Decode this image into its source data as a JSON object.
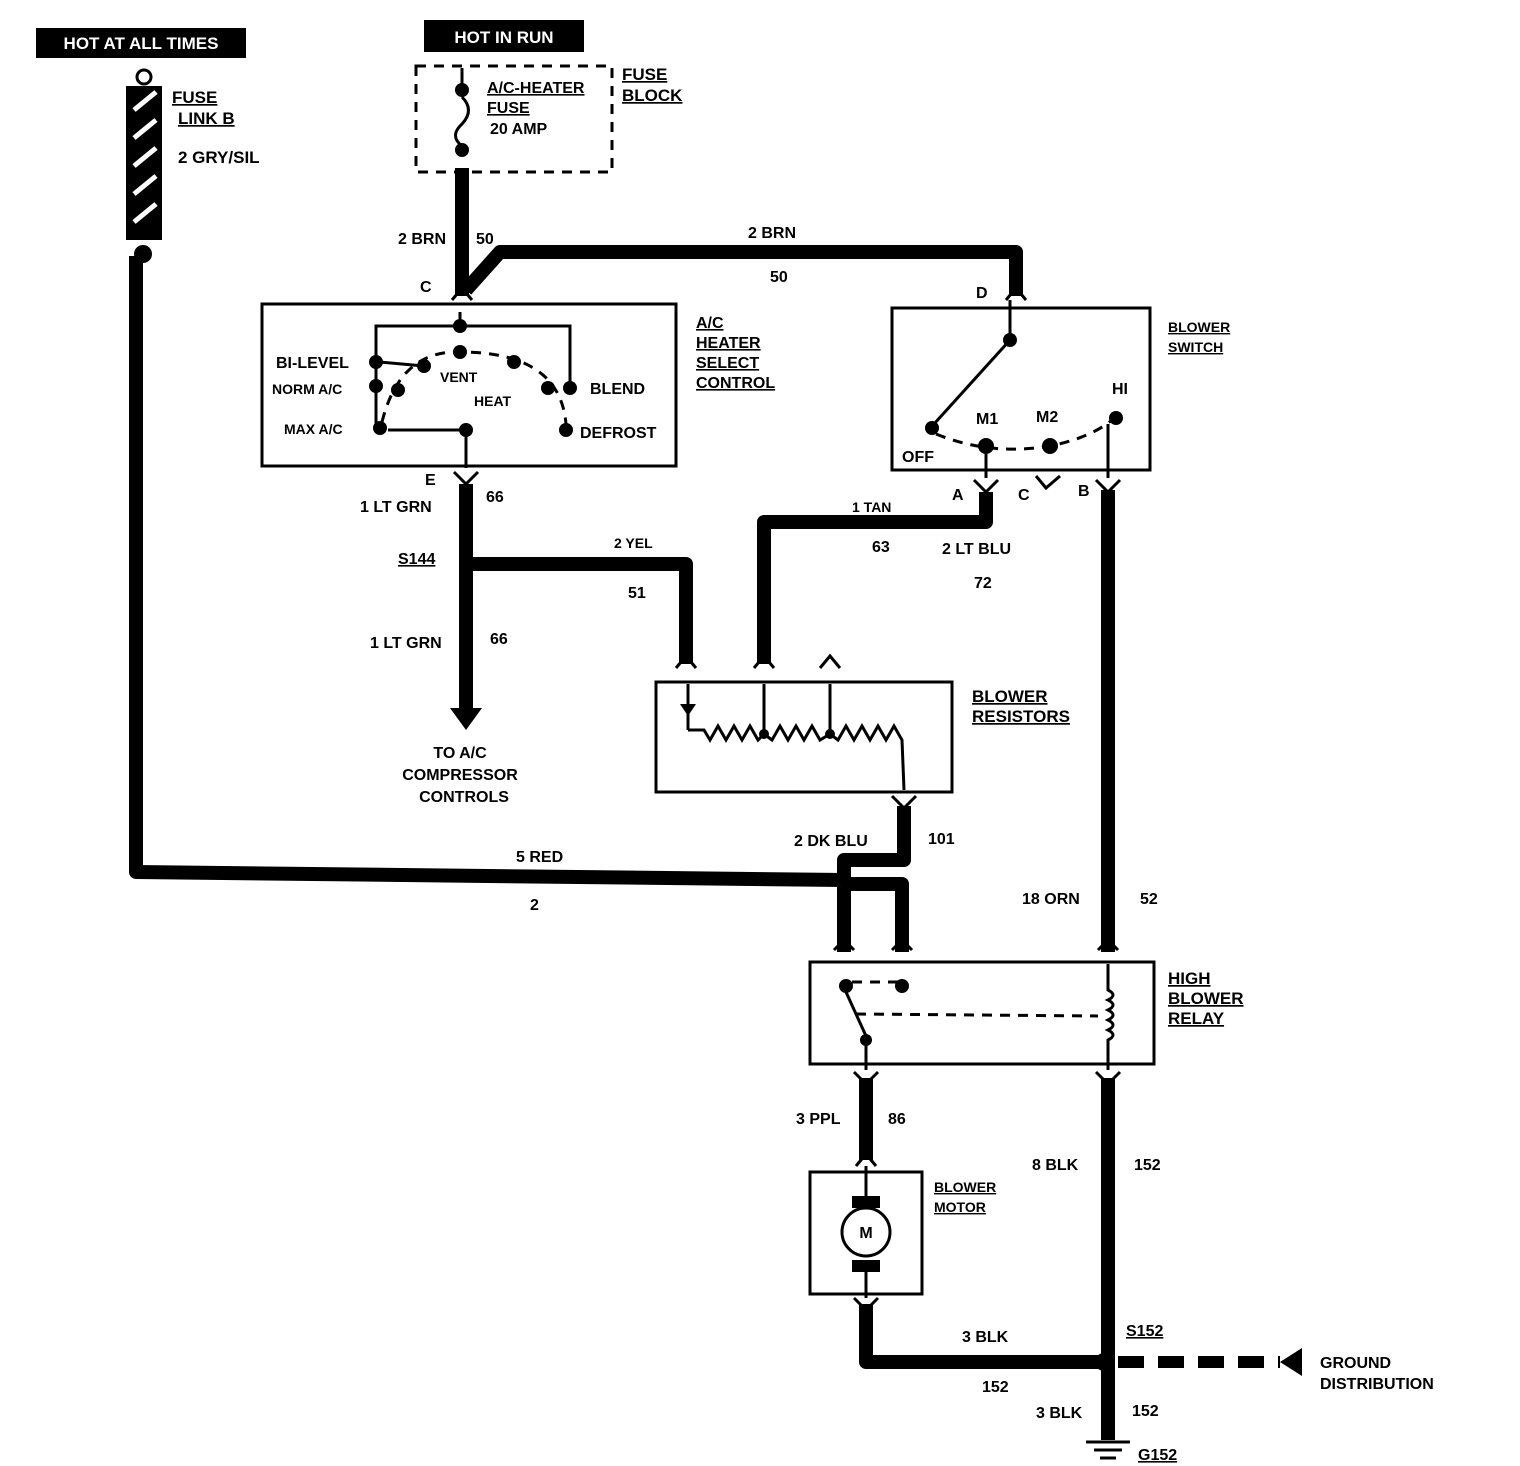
{
  "headers": {
    "hot_all": "HOT AT ALL TIMES",
    "hot_run": "HOT IN RUN"
  },
  "fuse_link": {
    "title1": "FUSE",
    "title2": "LINK B",
    "wire": "2 GRY/SIL"
  },
  "fuse_block": {
    "title1": "FUSE",
    "title2": "BLOCK",
    "fuse1": "A/C-HEATER",
    "fuse2": "FUSE",
    "rating": "20 AMP"
  },
  "select_control": {
    "title1": "A/C",
    "title2": "HEATER",
    "title3": "SELECT",
    "title4": "CONTROL",
    "bilevel": "BI-LEVEL",
    "norm": "NORM A/C",
    "max": "MAX A/C",
    "vent": "VENT",
    "heat": "HEAT",
    "blend": "BLEND",
    "defrost": "DEFROST",
    "pin_c": "C",
    "pin_e": "E"
  },
  "blower_switch": {
    "title1": "BLOWER",
    "title2": "SWITCH",
    "off": "OFF",
    "m1": "M1",
    "m2": "M2",
    "hi": "HI",
    "pin_d": "D",
    "pin_a": "A",
    "pin_c": "C",
    "pin_b": "B"
  },
  "resistors": {
    "title1": "BLOWER",
    "title2": "RESISTORS"
  },
  "relay": {
    "title1": "HIGH",
    "title2": "BLOWER",
    "title3": "RELAY"
  },
  "motor": {
    "title1": "BLOWER",
    "title2": "MOTOR",
    "symbol": "M"
  },
  "compressor": {
    "line1": "TO A/C",
    "line2": "COMPRESSOR",
    "line3": "CONTROLS"
  },
  "ground": {
    "line1": "GROUND",
    "line2": "DISTRIBUTION",
    "splice": "S152",
    "g": "G152"
  },
  "splice_s144": "S144",
  "wires": {
    "brn_left": "2 BRN",
    "brn_left_num": "50",
    "brn_top": "2 BRN",
    "brn_top_num": "50",
    "ltgrn1": "1 LT GRN",
    "ltgrn1_num": "66",
    "ltgrn2": "1 LT GRN",
    "ltgrn2_num": "66",
    "yel": "2 YEL",
    "yel_num": "51",
    "tan": "1 TAN",
    "tan_num": "63",
    "ltblu": "2 LT BLU",
    "ltblu_num": "72",
    "red": "5 RED",
    "red_num": "2",
    "dkblu": "2 DK BLU",
    "dkblu_num": "101",
    "orn": "18 ORN",
    "orn_num": "52",
    "ppl": "3 PPL",
    "ppl_num": "86",
    "blk8": "8 BLK",
    "blk8_num": "152",
    "blk3a": "3 BLK",
    "blk3a_num": "152",
    "blk3b": "3 BLK",
    "blk3b_num": "152"
  }
}
